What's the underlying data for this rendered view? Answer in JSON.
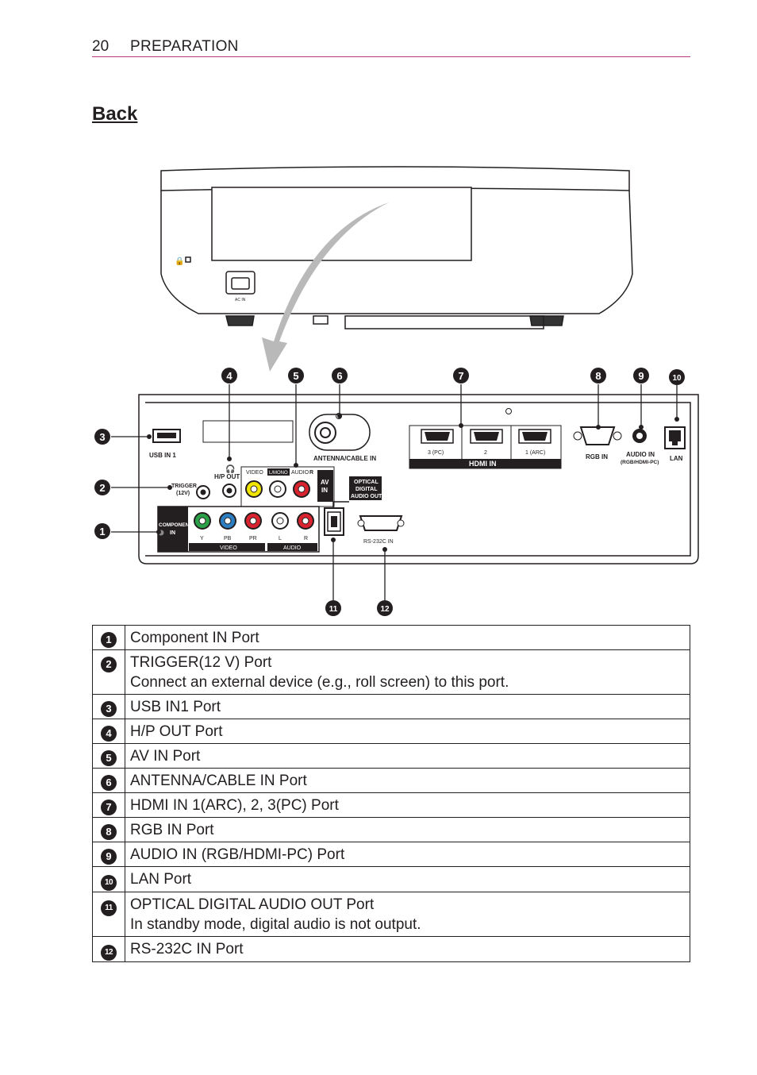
{
  "header": {
    "page_number": "20",
    "section": "PREPARATION"
  },
  "heading": "Back",
  "diagram": {
    "callouts": [
      "1",
      "2",
      "3",
      "4",
      "5",
      "6",
      "7",
      "8",
      "9",
      "10",
      "11",
      "12"
    ],
    "labels": {
      "ac_in": "AC IN",
      "usb": "USB IN 1",
      "trigger_1": "TRIGGER",
      "trigger_2": "(12V)",
      "hp_out": "H/P OUT",
      "video": "VIDEO",
      "lmono": "L/MONO",
      "audio_r": "AUDIO",
      "r_mark": "R",
      "av_1": "AV",
      "av_2": "IN",
      "antenna": "ANTENNA/CABLE IN",
      "optical_1": "OPTICAL",
      "optical_2": "DIGITAL",
      "optical_3": "AUDIO OUT",
      "component_1": "COMPONENT",
      "component_2": "IN",
      "comp_y": "Y",
      "comp_pb": "PB",
      "comp_pr": "PR",
      "comp_l": "L",
      "comp_r": "R",
      "comp_video": "VIDEO",
      "comp_audio": "AUDIO",
      "rs232c": "RS-232C IN",
      "hdmi_3": "3 (PC)",
      "hdmi_2": "2",
      "hdmi_1": "1 (ARC)",
      "hdmi_in": "HDMI IN",
      "rgb_in": "RGB IN",
      "audio_in_1": "AUDIO IN",
      "audio_in_2": "(RGB/HDMI-PC)",
      "lan": "LAN"
    }
  },
  "ports": [
    {
      "num": "1",
      "lines": [
        "Component IN Port"
      ]
    },
    {
      "num": "2",
      "lines": [
        "TRIGGER(12 V) Port",
        "Connect an external device (e.g., roll screen) to this port."
      ]
    },
    {
      "num": "3",
      "lines": [
        "USB IN1 Port"
      ]
    },
    {
      "num": "4",
      "lines": [
        "H/P OUT Port"
      ]
    },
    {
      "num": "5",
      "lines": [
        "AV IN Port"
      ]
    },
    {
      "num": "6",
      "lines": [
        "ANTENNA/CABLE IN Port"
      ]
    },
    {
      "num": "7",
      "lines": [
        "HDMI IN 1(ARC), 2, 3(PC) Port"
      ]
    },
    {
      "num": "8",
      "lines": [
        "RGB IN Port"
      ]
    },
    {
      "num": "9",
      "lines": [
        "AUDIO IN (RGB/HDMI-PC) Port"
      ]
    },
    {
      "num": "10",
      "lines": [
        "LAN Port"
      ]
    },
    {
      "num": "11",
      "lines": [
        "OPTICAL DIGITAL AUDIO OUT Port",
        "In standby mode, digital audio is not output."
      ]
    },
    {
      "num": "12",
      "lines": [
        "RS-232C IN Port"
      ]
    }
  ]
}
